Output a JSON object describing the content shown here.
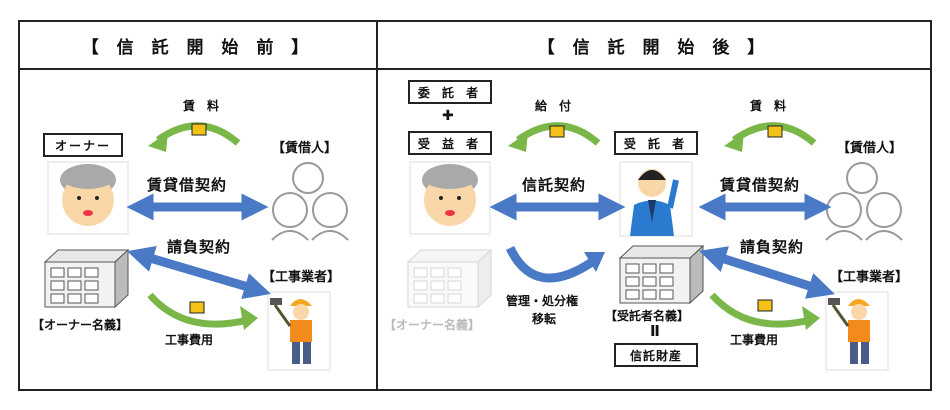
{
  "before": {
    "title": "【 信 託 開 始 前 】",
    "owner_label": "オーナー",
    "tenant_label": "【賃借人】",
    "contractor_label": "【工事業者】",
    "building_label": "【オーナー名義】",
    "rent_label": "賃　料",
    "lease_label": "賃貸借契約",
    "contract_label": "請負契約",
    "cost_label": "工事費用"
  },
  "after": {
    "title": "【 信 託 開 始 後 】",
    "settlor_label": "委 託 者",
    "plus_sign": "✚",
    "beneficiary_label": "受 益 者",
    "trustee_label": "受 託 者",
    "benefit_label": "給　付",
    "trust_contract_label": "信託契約",
    "rent_label": "賃　料",
    "tenant_label": "【賃借人】",
    "lease_label": "賃貸借契約",
    "contract_label": "請負契約",
    "contractor_label": "【工事業者】",
    "faded_building_label": "【オーナー名義】",
    "transfer_label_1": "管理・処分権",
    "transfer_label_2": "移転",
    "trustee_building_label": "【受託者名義】",
    "equals_sign": "Ⅱ",
    "trust_property_label": "信託財産",
    "cost_label": "工事費用"
  },
  "colors": {
    "blue_arrow": "#4a7ac6",
    "green_arrow": "#7ab648",
    "coin": "#f2c218",
    "border": "#222222"
  }
}
